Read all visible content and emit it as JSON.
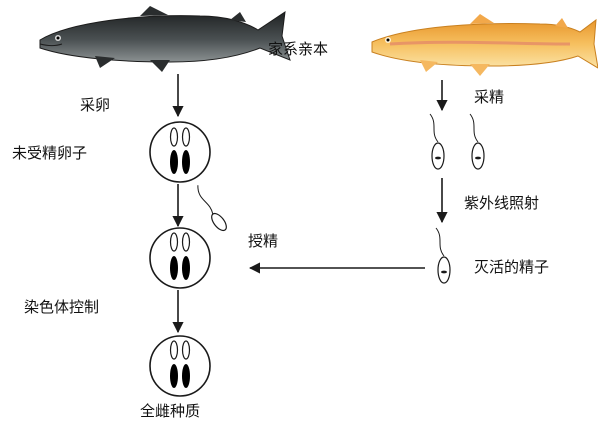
{
  "labels": {
    "parents": "家系亲本",
    "collect_eggs": "采卵",
    "unfertilized_egg": "未受精卵子",
    "collect_sperm": "采精",
    "uv_irradiation": "紫外线照射",
    "inactivated_sperm": "灭活的精子",
    "insemination": "授精",
    "chromosome_control": "染色体控制",
    "all_female_germplasm": "全雌种质"
  },
  "colors": {
    "line": "#1a1a1a",
    "dark_fish_body": "#3a3e3f",
    "golden_fish_body": "#f0b04a",
    "chromosome": "#000000",
    "background": "#ffffff"
  }
}
